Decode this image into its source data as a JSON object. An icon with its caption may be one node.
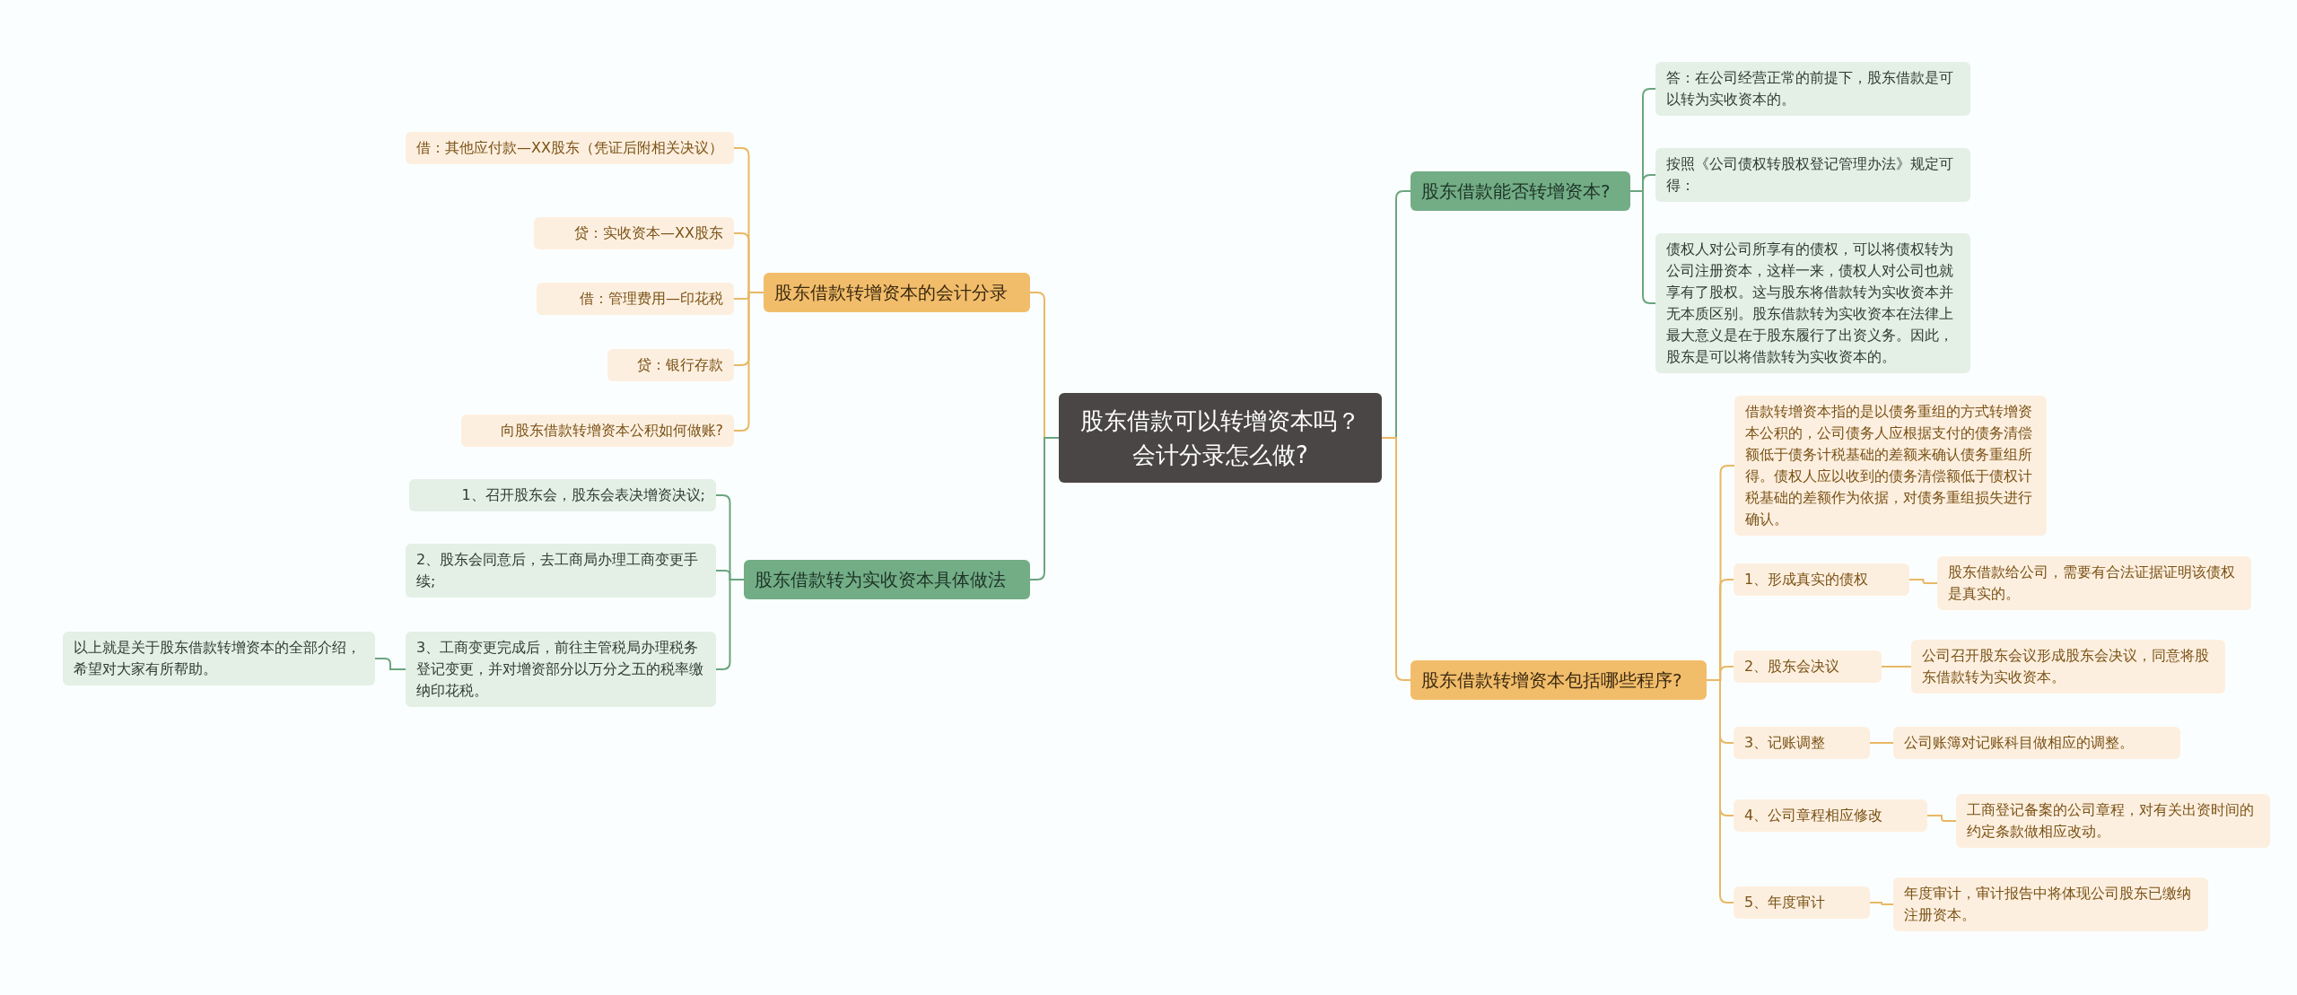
{
  "diagram": {
    "nodes": [
      {
        "text": [
          "股东借款可以转增资本吗？会计分录怎么做?"
        ]
      },
      {
        "text": [
          "股东借款转增资本的会计分录"
        ]
      },
      {
        "text": [
          "借：其他应付款—XX股东（凭证后附相关决议）"
        ]
      },
      {
        "text": [
          "贷：实收资本—XX股东"
        ]
      },
      {
        "text": [
          "借：管理费用—印花税"
        ]
      },
      {
        "text": [
          "贷：银行存款"
        ]
      },
      {
        "text": [
          "向股东借款转增资本公积如何做账?"
        ]
      },
      {
        "text": [
          "股东借款转为实收资本具体做法"
        ]
      },
      {
        "text": [
          "1、召开股东会，股东会表决增资决议;"
        ]
      },
      {
        "text": [
          "2、股东会同意后，去工商局办理工商变更手续;"
        ]
      },
      {
        "text": [
          "3、工商变更完成后，前往主管税局办理税务登记变更，并对增资部分以万分之五的税率缴纳印花税。"
        ]
      },
      {
        "text": [
          "以上就是关于股东借款转增资本的全部介绍，希望对大家有所帮助。"
        ]
      },
      {
        "text": [
          "股东借款能否转增资本?"
        ]
      },
      {
        "text": [
          "答：在公司经营正常的前提下，股东借款是可以转为实收资本的。"
        ]
      },
      {
        "text": [
          "按照《公司债权转股权登记管理办法》规定可得："
        ]
      },
      {
        "text": [
          "债权人对公司所享有的债权，可以将债权转为公司注册资本，这样一来，债权人对公司也就享有了股权。这与股东将借款转为实收资本并无本质区别。股东借款转为实收资本在法律上最大意义是在于股东履行了出资义务。因此，股东是可以将借款转为实收资本的。"
        ]
      },
      {
        "text": [
          "股东借款转增资本包括哪些程序?"
        ]
      },
      {
        "text": [
          "借款转增资本指的是以债务重组的方式转增资本公积的，公司债务人应根据支付的债务清偿额低于债务计税基础的差额来确认债务重组所得。债权人应以收到的债务清偿额低于债权计税基础的差额作为依据，对债务重组损失进行确认。"
        ]
      },
      {
        "text": [
          "1、形成真实的债权"
        ]
      },
      {
        "text": [
          "股东借款给公司，需要有合法证据证明该债权是真实的。"
        ]
      },
      {
        "text": [
          "2、股东会决议"
        ]
      },
      {
        "text": [
          "公司召开股东会议形成股东会决议，同意将股东借款转为实收资本。"
        ]
      },
      {
        "text": [
          "3、记账调整"
        ]
      },
      {
        "text": [
          "公司账簿对记账科目做相应的调整。"
        ]
      },
      {
        "text": [
          "4、公司章程相应修改"
        ]
      },
      {
        "text": [
          "工商登记备案的公司章程，对有关出资时间的约定条款做相应改动。"
        ]
      },
      {
        "text": [
          "5、年度审计"
        ]
      },
      {
        "text": [
          "年度审计，审计报告中将体现公司股东已缴纳注册资本。"
        ]
      }
    ],
    "edges": [
      {
        "from": 0,
        "to": 1,
        "arrow": "none"
      },
      {
        "from": 0,
        "to": 7,
        "arrow": "none",
        "color": "#6aa57f"
      },
      {
        "from": 0,
        "to": 12,
        "arrow": "none",
        "color": "#6aa57f"
      },
      {
        "from": 0,
        "to": 16,
        "arrow": "none"
      },
      {
        "from": 1,
        "to": 2,
        "arrow": "none"
      },
      {
        "from": 1,
        "to": 3,
        "arrow": "none"
      },
      {
        "from": 1,
        "to": 4,
        "arrow": "none"
      },
      {
        "from": 1,
        "to": 5,
        "arrow": "none"
      },
      {
        "from": 1,
        "to": 6,
        "arrow": "none"
      },
      {
        "from": 7,
        "to": 8,
        "arrow": "none",
        "color": "#6aa57f"
      },
      {
        "from": 7,
        "to": 9,
        "arrow": "none",
        "color": "#6aa57f"
      },
      {
        "from": 7,
        "to": 10,
        "arrow": "none",
        "color": "#6aa57f"
      },
      {
        "from": 10,
        "to": 11,
        "arrow": "none",
        "color": "#6aa57f"
      },
      {
        "from": 12,
        "to": 13,
        "arrow": "none",
        "color": "#6aa57f"
      },
      {
        "from": 12,
        "to": 14,
        "arrow": "none",
        "color": "#6aa57f"
      },
      {
        "from": 12,
        "to": 15,
        "arrow": "none",
        "color": "#6aa57f"
      },
      {
        "from": 16,
        "to": 17,
        "arrow": "none"
      },
      {
        "from": 16,
        "to": 18,
        "arrow": "none"
      },
      {
        "from": 16,
        "to": 20,
        "arrow": "none"
      },
      {
        "from": 16,
        "to": 22,
        "arrow": "none"
      },
      {
        "from": 16,
        "to": 24,
        "arrow": "none"
      },
      {
        "from": 16,
        "to": 26,
        "arrow": "none"
      },
      {
        "from": 18,
        "to": 19,
        "arrow": "none"
      },
      {
        "from": 20,
        "to": 21,
        "arrow": "none"
      },
      {
        "from": 22,
        "to": 23,
        "arrow": "none"
      },
      {
        "from": 24,
        "to": 25,
        "arrow": "none"
      },
      {
        "from": 26,
        "to": 27,
        "arrow": "none"
      }
    ]
  }
}
